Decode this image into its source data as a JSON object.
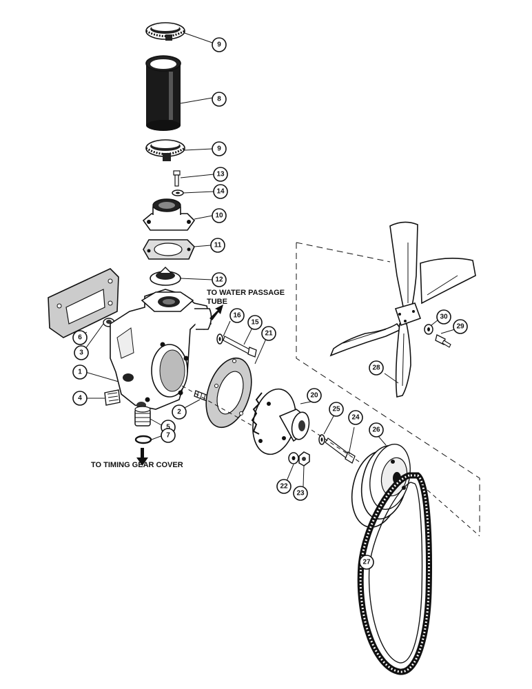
{
  "labels": {
    "water_passage_line1": "TO WATER PASSAGE",
    "water_passage_line2": "TUBE",
    "timing_gear": "TO TIMING GEAR COVER"
  },
  "callouts": {
    "c1": "1",
    "c2": "2",
    "c3": "3",
    "c4": "4",
    "c5": "5",
    "c6": "6",
    "c7": "7",
    "c8": "8",
    "c9a": "9",
    "c9b": "9",
    "c10": "10",
    "c11": "11",
    "c12": "12",
    "c13": "13",
    "c14": "14",
    "c15": "15",
    "c16": "16",
    "c20": "20",
    "c21": "21",
    "c22": "22",
    "c23": "23",
    "c24": "24",
    "c25": "25",
    "c26": "26",
    "c27": "27",
    "c28": "28",
    "c29": "29",
    "c30": "30"
  }
}
